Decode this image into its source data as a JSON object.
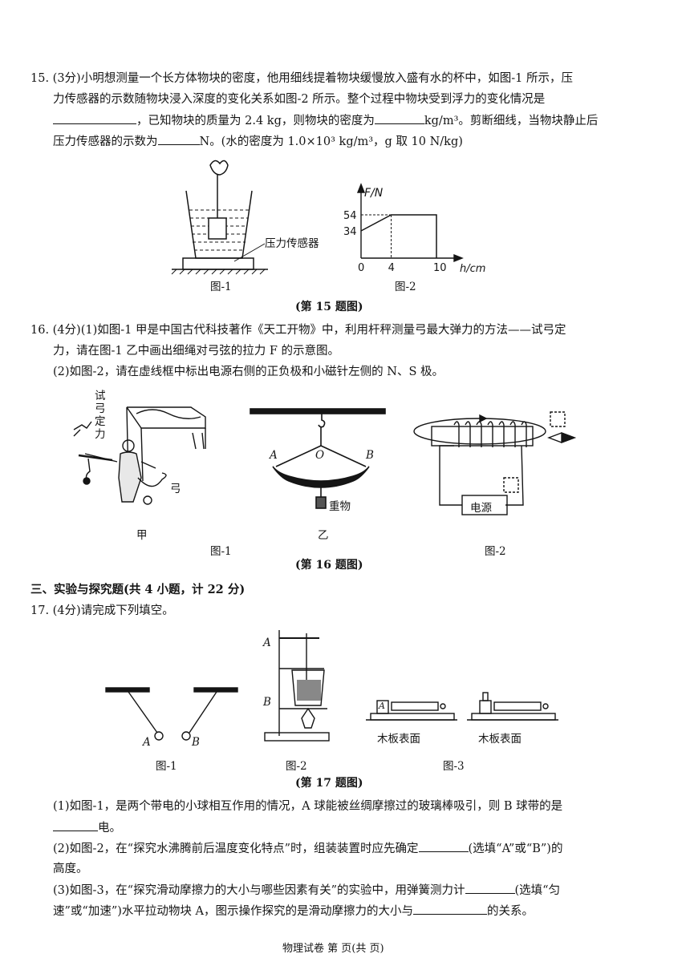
{
  "q15": {
    "l1": "15. (3分)小明想测量一个长方体物块的密度，他用细线提着物块缓慢放入盛有水的杯中，如图-1 所示，压",
    "l2a": "力传感器的示数随物块浸入深度的变化关系如图-2 所示。整个过程中物块受到浮力的变化情况是",
    "l3a": "，已知物块的质量为 2.4 kg，则物块的密度为",
    "l3b": "kg/m³。剪断细线，当物块静止后",
    "l4a": "压力传感器的示数为",
    "l4b": "N。(水的密度为 1.0×10³ kg/m³，g 取 10 N/kg)",
    "fig1_sensor": "压力传感器",
    "fig1_caption": "图-1",
    "fig2_caption": "图-2",
    "fig2_ylabel": "F/N",
    "fig2_xlabel": "h/cm",
    "caption": "(第 15 题图)"
  },
  "chart_data": {
    "type": "line",
    "xlabel": "h/cm",
    "ylabel": "F/N",
    "x_ticks": [
      "0",
      "4",
      "10"
    ],
    "y_ticks": [
      "34",
      "54"
    ],
    "series": [
      {
        "x": [
          0,
          4,
          10,
          10
        ],
        "y": [
          34,
          54,
          54,
          0
        ]
      }
    ]
  },
  "q16": {
    "l1": "16. (4分)(1)如图-1 甲是中国古代科技著作《天工开物》中，利用杆秤测量弓最大弹力的方法——试弓定",
    "l2": "力，请在图-1 乙中画出细绳对弓弦的拉力 F 的示意图。",
    "l3": "(2)如图-2，请在虚线框中标出电源右侧的正负极和小磁针左侧的 N、S 极。",
    "vertical_text": [
      "试",
      "弓",
      "定",
      "力"
    ],
    "bow_label": "弓",
    "jia": "甲",
    "yi": "乙",
    "point_a": "A",
    "point_o": "O",
    "point_b": "B",
    "weight": "重物",
    "power": "电源",
    "fig1_caption": "图-1",
    "fig2_caption": "图-2",
    "caption": "(第 16 题图)"
  },
  "section3": {
    "title": "三、实验与探究题(共 4 小题，计 22 分)"
  },
  "q17": {
    "l1": "17. (4分)请完成下列填空。",
    "ball_a": "A",
    "ball_b": "B",
    "stand_a": "A",
    "stand_b": "B",
    "block_a": "A",
    "surface1": "木板表面",
    "surface2": "木板表面",
    "fig1_caption": "图-1",
    "fig2_caption": "图-2",
    "fig3_caption": "图-3",
    "caption": "(第 17 题图)",
    "p1a": "(1)如图-1，是两个带电的小球相互作用的情况，A 球能被丝绸摩擦过的玻璃棒吸引，则 B 球带的是",
    "p1b": "电。",
    "p2a": "(2)如图-2，在“探究水沸腾前后温度变化特点”时，组装装置时应先确定",
    "p2b": "(选填“A”或“B”)的",
    "p2c": "高度。",
    "p3a": "(3)如图-3，在“探究滑动摩擦力的大小与哪些因素有关”的实验中，用弹簧测力计",
    "p3b": "(选填“匀",
    "p3c": "速”或“加速”)水平拉动物块 A，图示操作探究的是滑动摩擦力的大小与",
    "p3d": "的关系。"
  },
  "footer": {
    "text": "物理试卷  第  页(共  页)"
  }
}
